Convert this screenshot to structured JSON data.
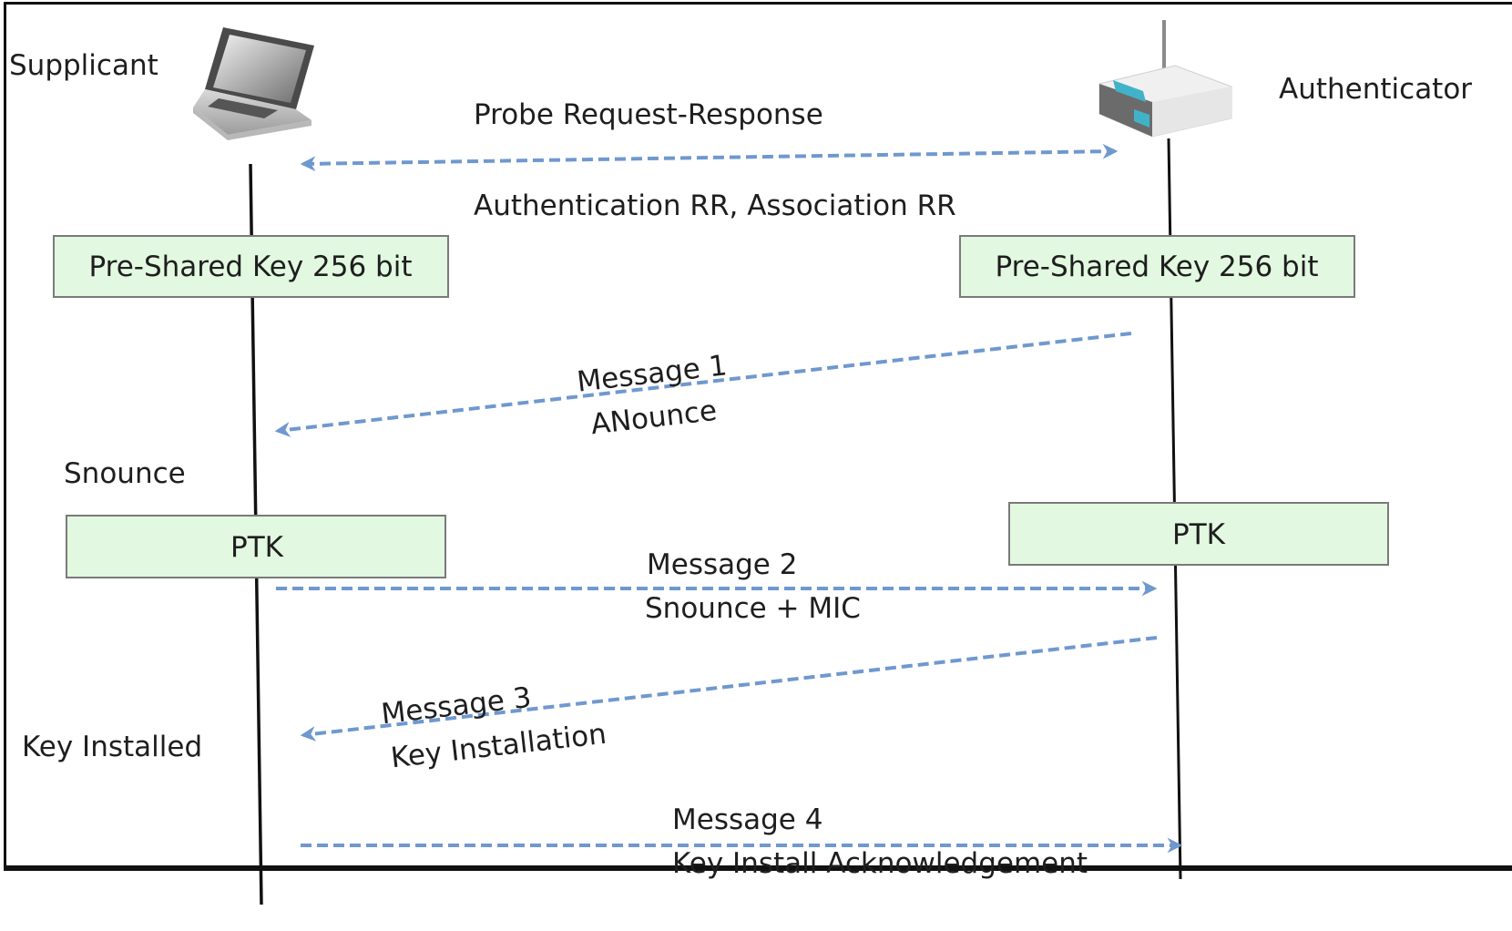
{
  "colors": {
    "arrow": "#6f98cf",
    "box_fill": "#e2f8e0",
    "box_stroke": "#7a7a7a",
    "lifeline": "#111111",
    "text": "#1e1e1e"
  },
  "actors": {
    "supplicant": {
      "label": "Supplicant",
      "icon": "laptop-icon"
    },
    "authenticator": {
      "label": "Authenticator",
      "icon": "wireless-router-icon"
    }
  },
  "boxes": {
    "psk_left": "Pre-Shared Key 256 bit",
    "psk_right": "Pre-Shared Key 256 bit",
    "ptk_left": "PTK",
    "ptk_right": "PTK"
  },
  "side_labels": {
    "snounce": "Snounce",
    "key_installed": "Key Installed"
  },
  "messages": [
    {
      "id": "probe",
      "direction": "bidirectional",
      "label_top": "Probe Request-Response",
      "label_bottom": "Authentication RR, Association RR"
    },
    {
      "id": "m1",
      "direction": "authenticator-to-supplicant",
      "label_top": "Message 1",
      "label_bottom": "ANounce"
    },
    {
      "id": "m2",
      "direction": "supplicant-to-authenticator",
      "label_top": "Message 2",
      "label_bottom": "Snounce + MIC"
    },
    {
      "id": "m3",
      "direction": "authenticator-to-supplicant",
      "label_top": "Message 3",
      "label_bottom": "Key Installation"
    },
    {
      "id": "m4",
      "direction": "supplicant-to-authenticator",
      "label_top": "Message 4",
      "label_bottom": "Key Install Acknowledgement"
    }
  ]
}
